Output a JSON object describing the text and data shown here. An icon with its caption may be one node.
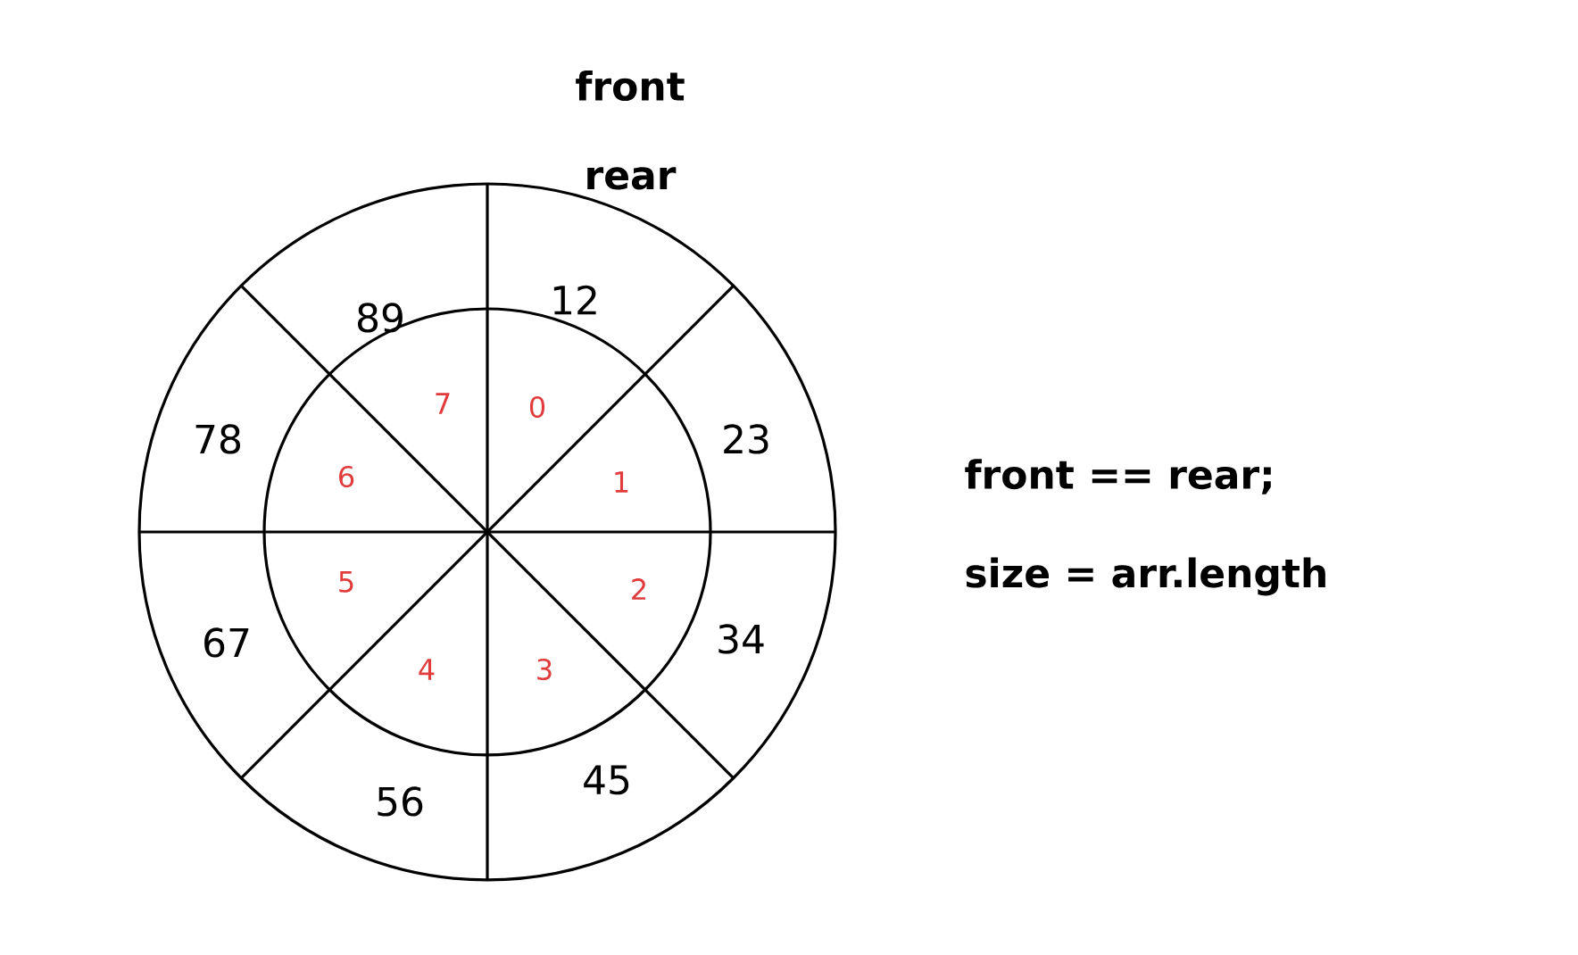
{
  "diagram": {
    "labels": [
      "front",
      "rear",
      "12",
      "23",
      "34",
      "45",
      "56",
      "67",
      "78",
      "89",
      "0",
      "1",
      "2",
      "3",
      "4",
      "5",
      "6",
      "7",
      "front == rear;",
      "size = arr.length"
    ]
  }
}
